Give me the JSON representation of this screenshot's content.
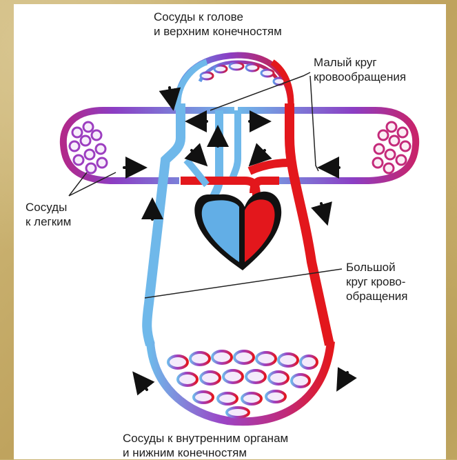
{
  "labels": {
    "head_vessels": [
      "Сосуды к голове",
      "и верхним конечностям"
    ],
    "pulmonary_circuit": [
      "Малый круг",
      "кровообращения"
    ],
    "lung_vessels": [
      "Сосуды",
      "к легким"
    ],
    "systemic_circuit": [
      "Большой",
      "круг крово-",
      "обращения"
    ],
    "organ_vessels": [
      "Сосуды к внутренним органам",
      "и нижним конечностям"
    ]
  },
  "colors": {
    "arterial": "#e3171c",
    "venous": "#6fb8ea",
    "capillary": "#8b3ec4",
    "heart_outline": "#111111"
  },
  "icons": [
    "heart-icon",
    "arrow-icon"
  ]
}
